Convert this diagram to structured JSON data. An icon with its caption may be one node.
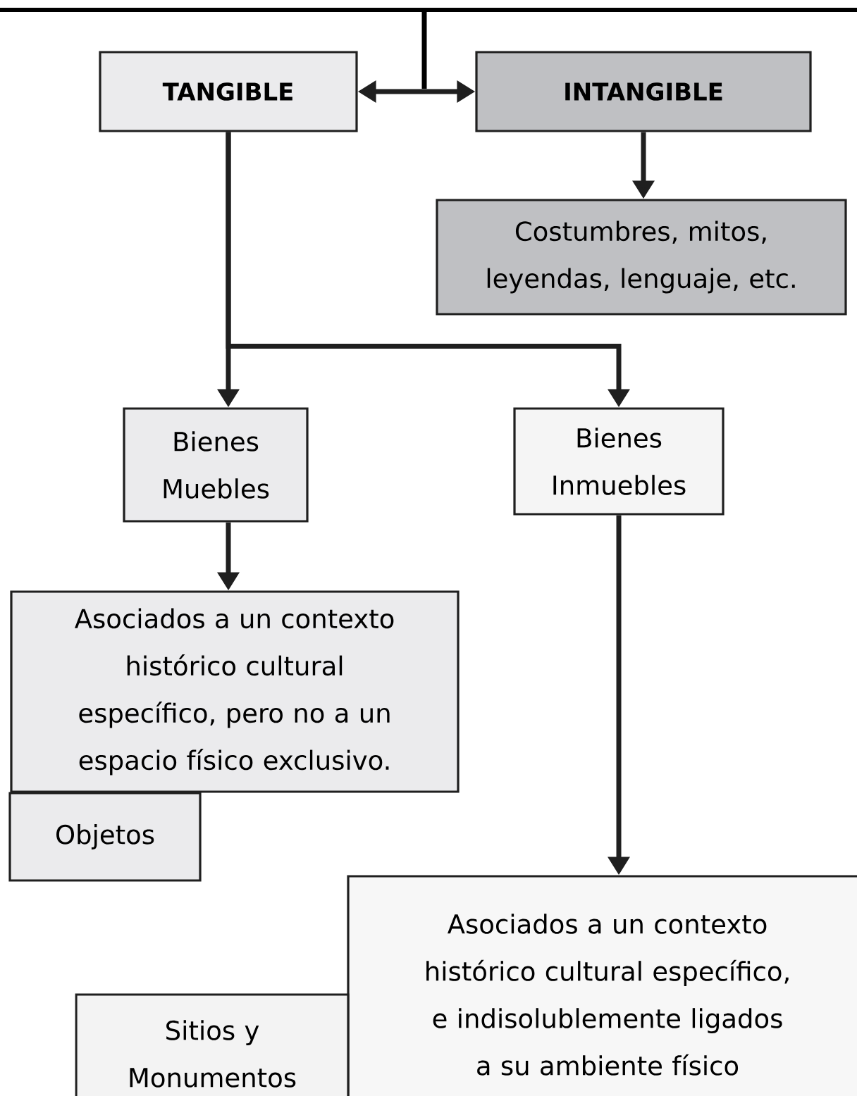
{
  "diagram": {
    "nodes": [
      {
        "text": [
          "TANGIBLE"
        ]
      },
      {
        "text": [
          "INTANGIBLE"
        ]
      },
      {
        "text": [
          "Costumbres, mitos, leyendas, lenguaje, etc."
        ]
      },
      {
        "text": [
          "Bienes Muebles"
        ]
      },
      {
        "text": [
          "Bienes Inmuebles"
        ]
      },
      {
        "text": [
          "Asociados a un contexto histórico cultural específico, pero no a un espacio físico exclusivo."
        ]
      },
      {
        "text": [
          "Objetos"
        ]
      },
      {
        "text": [
          "Asociados a un contexto histórico cultural específico, e indisolublemente ligados a su ambiente físico"
        ]
      },
      {
        "text": [
          "Sitios y Monumentos"
        ]
      }
    ],
    "edges": [
      {
        "from": 0,
        "to": 1,
        "arrow": "both"
      },
      {
        "from": 1,
        "to": 2,
        "arrow": "to"
      },
      {
        "from": 0,
        "to": 3,
        "arrow": "to"
      },
      {
        "from": 0,
        "to": 4,
        "arrow": "to"
      },
      {
        "from": 3,
        "to": 5,
        "arrow": "to"
      },
      {
        "from": 4,
        "to": 7,
        "arrow": "to"
      }
    ]
  }
}
